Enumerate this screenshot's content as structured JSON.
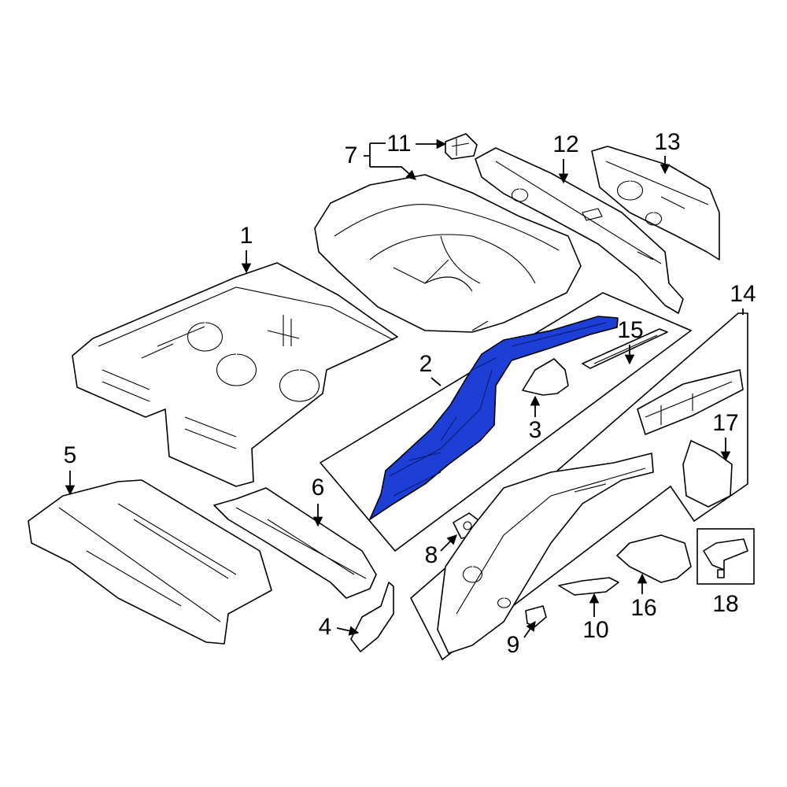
{
  "diagram": {
    "highlight_color": "#1d3fd6",
    "highlighted_part": "2",
    "callouts": {
      "c1": "1",
      "c2": "2",
      "c3": "3",
      "c4": "4",
      "c5": "5",
      "c6": "6",
      "c7": "7",
      "c8": "8",
      "c9": "9",
      "c10": "10",
      "c11": "11",
      "c12": "12",
      "c13": "13",
      "c14": "14",
      "c15": "15",
      "c16": "16",
      "c17": "17",
      "c18": "18"
    }
  }
}
